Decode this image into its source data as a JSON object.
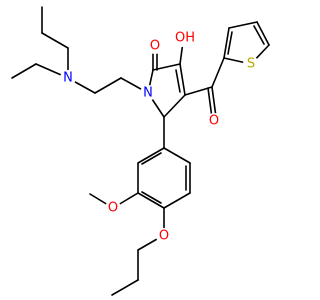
{
  "colors": {
    "background": "#ffffff",
    "bond": "#000000",
    "carbon": "#000000",
    "nitrogen": "#0000ff",
    "oxygen": "#ff0000",
    "sulfur": "#b8a800"
  },
  "labels": {
    "n_amine": "N",
    "n_ring": "N",
    "o_carbonyl_ring": "O",
    "oh": "OH",
    "o_ketone": "O",
    "s_thiophene": "S",
    "o_methoxy": "O",
    "o_propoxy": "O"
  }
}
